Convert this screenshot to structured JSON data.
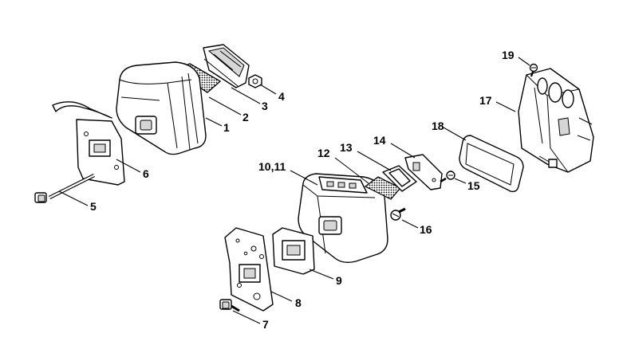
{
  "callouts": {
    "c1": "1",
    "c2": "2",
    "c3": "3",
    "c4": "4",
    "c5": "5",
    "c6": "6",
    "c7": "7",
    "c8": "8",
    "c9": "9",
    "c10_11": "10,11",
    "c12": "12",
    "c13": "13",
    "c14": "14",
    "c15": "15",
    "c16": "16",
    "c17": "17",
    "c18": "18",
    "c19": "19"
  }
}
